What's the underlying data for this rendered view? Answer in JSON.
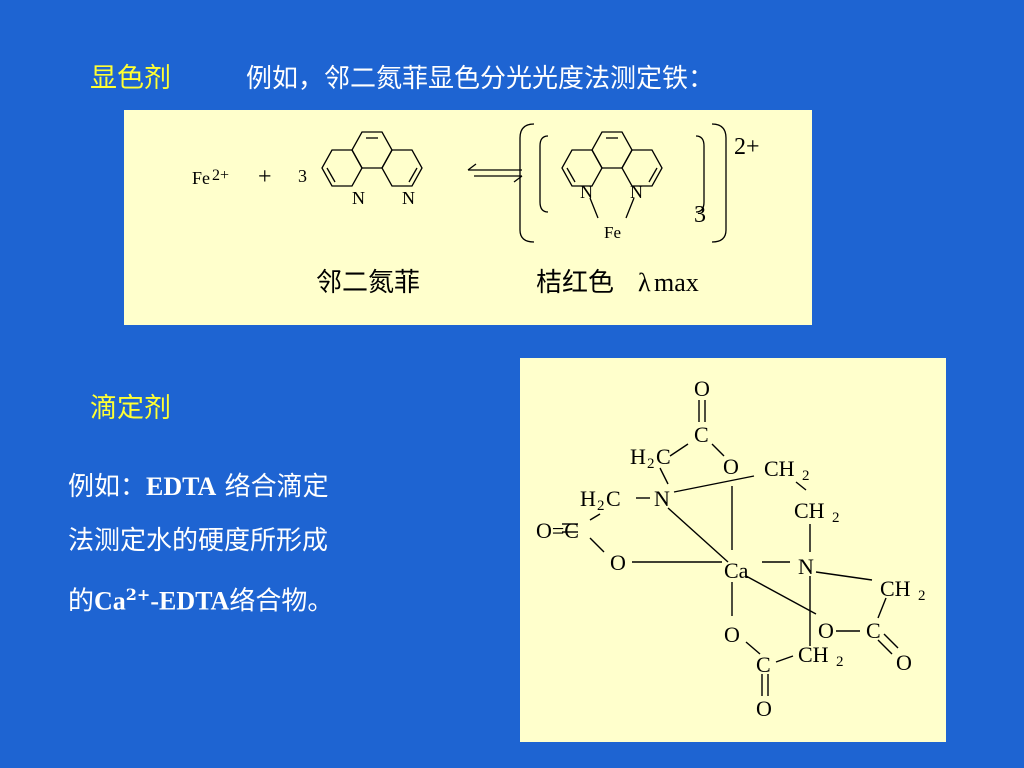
{
  "section1": {
    "label": "显色剂",
    "example": "例如，邻二氮菲显色分光光度法测定铁：",
    "reaction": {
      "fe": "Fe",
      "fe_charge": "2+",
      "plus": "+",
      "coef": "3",
      "n": "N",
      "product_fe": "Fe",
      "subscript3": "3",
      "charge": "2+",
      "reagent_name": "邻二氮菲",
      "product_name": "桔红色",
      "lambda": "λ",
      "lambda_suffix": "max"
    }
  },
  "section2": {
    "label": "滴定剂",
    "para_line1_prefix": "例如：",
    "para_line1_bold": "EDTA",
    "para_line1_suffix": " 络合滴定",
    "para_line2": "法测定水的硬度所形成",
    "para_line3_prefix": "的",
    "para_line3_ca": "Ca",
    "para_line3_charge": "2+",
    "para_line3_edta": "-EDTA",
    "para_line3_suffix": "络合物。",
    "structure": {
      "o": "O",
      "c": "C",
      "h": "H",
      "sub2": "2",
      "n": "N",
      "ca": "Ca",
      "ch": "CH",
      "o_eq_c": "O=C"
    }
  },
  "colors": {
    "background": "#1e64d2",
    "label": "#ffff33",
    "panel": "#ffffcc"
  }
}
